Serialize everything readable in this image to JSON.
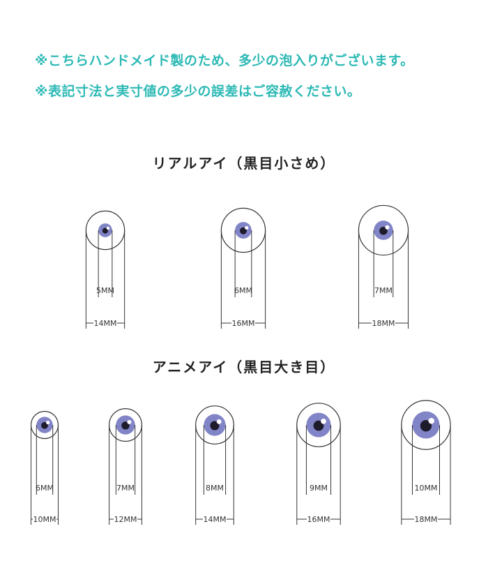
{
  "notices": [
    "※こちらハンドメイド製のため、多少の泡入りがございます。",
    "※表記寸法と実寸値の多少の誤差はご容赦ください。"
  ],
  "colors": {
    "notice": "#2cb9b5",
    "iris": "#8184c6",
    "pupil": "#1e1b2b",
    "line": "#333333",
    "highlight": "#ffffff"
  },
  "groups": [
    {
      "heading": "リアルアイ（黒目小さめ）",
      "eyes": [
        {
          "iris": "5MM",
          "total": "14MM",
          "iris_mm": 5,
          "total_mm": 14
        },
        {
          "iris": "6MM",
          "total": "16MM",
          "iris_mm": 6,
          "total_mm": 16
        },
        {
          "iris": "7MM",
          "total": "18MM",
          "iris_mm": 7,
          "total_mm": 18
        }
      ]
    },
    {
      "heading": "アニメアイ（黒目大き目）",
      "eyes": [
        {
          "iris": "6MM",
          "total": "10MM",
          "iris_mm": 6,
          "total_mm": 10
        },
        {
          "iris": "7MM",
          "total": "12MM",
          "iris_mm": 7,
          "total_mm": 12
        },
        {
          "iris": "8MM",
          "total": "14MM",
          "iris_mm": 8,
          "total_mm": 14
        },
        {
          "iris": "9MM",
          "total": "16MM",
          "iris_mm": 9,
          "total_mm": 16
        },
        {
          "iris": "10MM",
          "total": "18MM",
          "iris_mm": 10,
          "total_mm": 18
        }
      ]
    }
  ]
}
